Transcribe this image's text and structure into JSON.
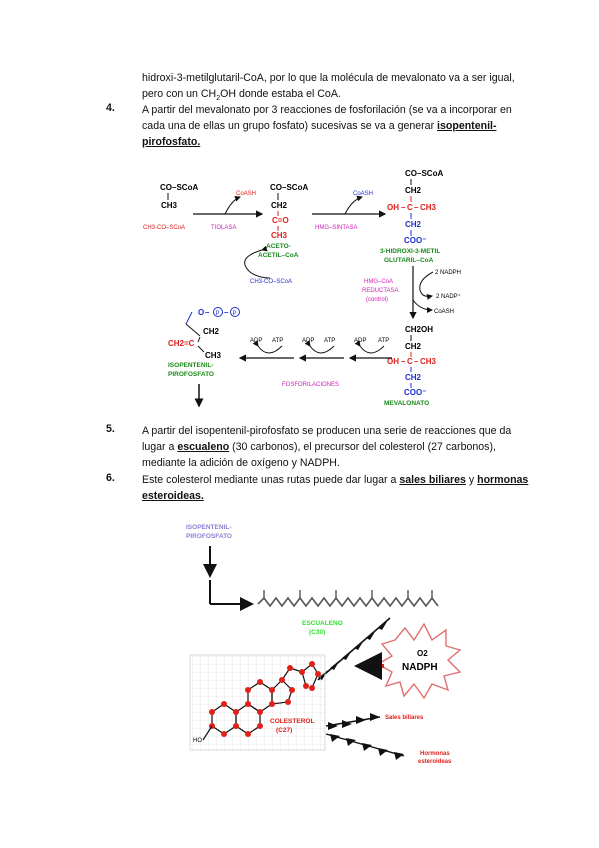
{
  "intro": {
    "line1": "hidroxi-3-metilglutaril-CoA, por lo que la molécula de mevalonato va a ser igual,",
    "line2_pre": "pero con un CH",
    "line2_sub": "2",
    "line2_post": "OH donde estaba el CoA."
  },
  "item4": {
    "num": "4.",
    "text_pre": "A partir del mevalonato por 3 reacciones de fosforilación (se va a incorporar en cada una de ellas un grupo fosfato) sucesivas se va a generar ",
    "term": "isopentenil-pirofosfato."
  },
  "item5": {
    "num": "5.",
    "t1": "A partir del isopentenil-pirofosfato se producen una serie de reacciones que da lugar a ",
    "term1": "escualeno",
    "t2": " (30 carbonos), el precursor del colesterol (27 carbonos), mediante la adición de oxígeno y NADPH."
  },
  "item6": {
    "num": "6.",
    "t1": "Este colesterol mediante unas rutas puede dar lugar a ",
    "term1": "sales biliares",
    "t2": " y ",
    "term2": "hormonas esteroideas."
  },
  "diagram1": {
    "cosco": "CO–SCoA",
    "ch3": "CH3",
    "ch2": "CH2",
    "c_eq_o": "C=O",
    "acetylcoa": "CH3-CO–SCoA",
    "coash": "CoASH",
    "tiolasa": "TIOLASA",
    "aceto1": "ACETO-",
    "aceto2": "ACETIL–CoA",
    "acetylcoa2": "CH3-CO–SCoA",
    "coash2": "CoASH",
    "hmg_sintasa": "HMG–SINTASA",
    "oh": "OH",
    "c": "C",
    "coo": "COO⁻",
    "hmg_name1": "3-HIDROXI-3-METIL",
    "hmg_name2": "GLUTARIL–CoA",
    "nadph": "2 NADPH",
    "nadp": "2 NADP⁺",
    "coash3": "CoASH",
    "reductasa1": "HMG–CoA",
    "reductasa2": "REDUCTASA",
    "reductasa3": "(control)",
    "ch2oh": "CH2OH",
    "mevalonato": "MEVALONATO",
    "adp": "ADP",
    "atp": "ATP",
    "fosforilaciones": "FOSFORILACIONES",
    "ipp1": "ISOPENTENIL-",
    "ipp2": "PIROFOSFATO",
    "o": "O",
    "p": "P",
    "ch2eq": "CH2=C",
    "ch3b": "CH3"
  },
  "diagram2": {
    "ipp1": "ISOPENTENIL-",
    "ipp2": "PIROFOSFATO",
    "escualeno": "ESCUALENO",
    "c30": "(C30)",
    "o2": "O2",
    "nadph": "NADPH",
    "colesterol": "COLESTEROL",
    "c27": "(C27)",
    "ho": "HO",
    "sales": "Sales biliares",
    "hormonas1": "Hormonas",
    "hormonas2": "esteroideas"
  },
  "colors": {
    "red": "#e0201b",
    "green": "#1a8a1a",
    "blue": "#1f2fd0",
    "magenta": "#d11fb9",
    "purple": "#8a7fd0",
    "lime": "#33dd33"
  }
}
